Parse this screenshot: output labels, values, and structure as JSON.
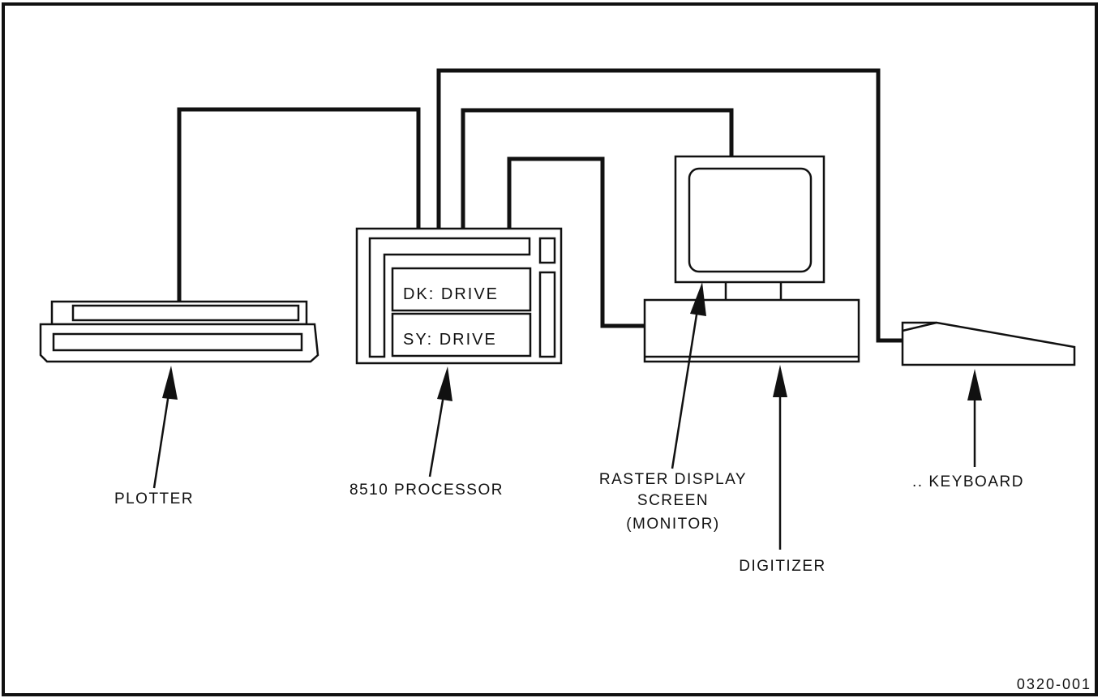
{
  "labels": {
    "plotter": "PLOTTER",
    "processor": "8510 PROCESSOR",
    "raster_line1": "RASTER DISPLAY",
    "raster_line2": "SCREEN",
    "raster_line3": "(MONITOR)",
    "digitizer": "DIGITIZER",
    "keyboard": ".. KEYBOARD"
  },
  "drives": {
    "dk": "DK: DRIVE",
    "sy": "SY: DRIVE"
  },
  "figure_number": "0320-001",
  "colors": {
    "ink": "#111111",
    "paper": "#ffffff"
  }
}
